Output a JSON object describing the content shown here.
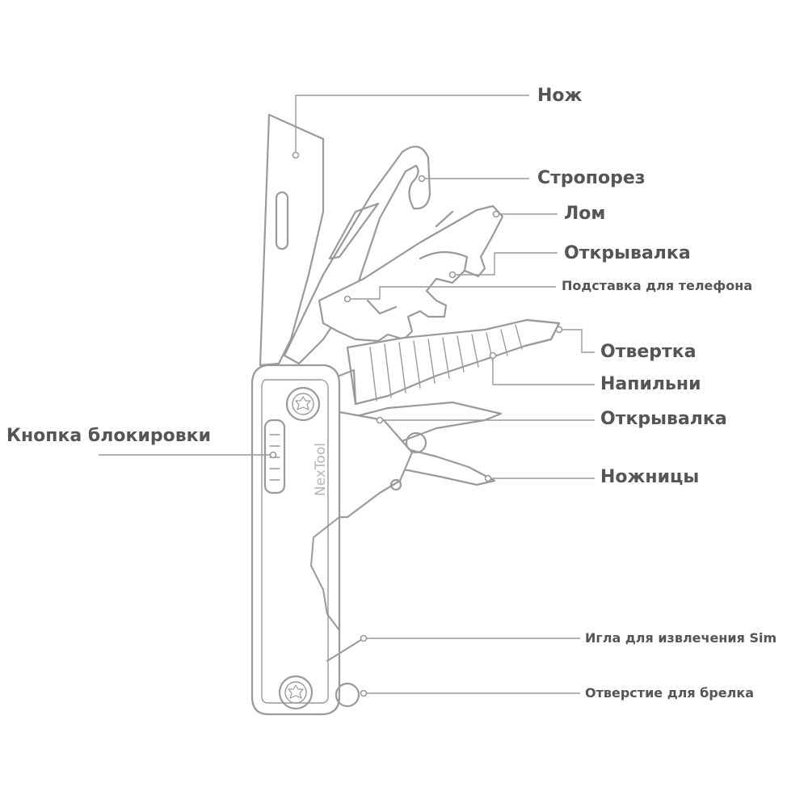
{
  "brand": "NexTool",
  "colors": {
    "outline": "#9a9a9a",
    "leader": "#9a9a9a",
    "label": "#555555",
    "background": "#ffffff"
  },
  "labels": {
    "knife": "Нож",
    "strap_cutter": "Стропорез",
    "pry_bar": "Лом",
    "opener_top": "Открывалка",
    "phone_stand": "Подставка для телефона",
    "screwdriver": "Отвертка",
    "file": "Напильни",
    "opener_bottom": "Открывалка",
    "scissors": "Ножницы",
    "lock_button": "Кнопка блокировки",
    "sim_pin": "Игла для извлечения Sim",
    "keychain_hole": "Отверстие для брелка"
  }
}
